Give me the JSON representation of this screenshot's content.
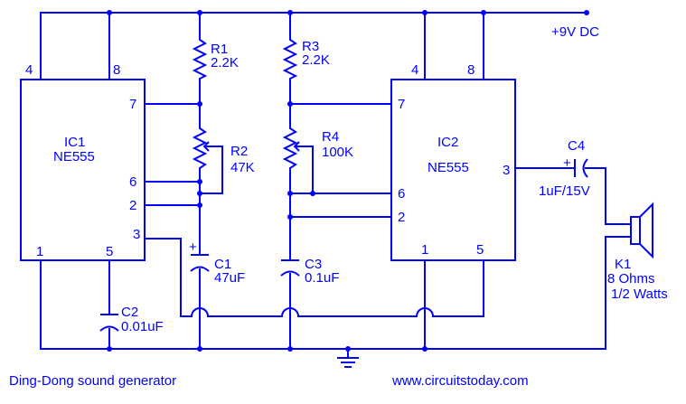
{
  "title": "Ding-Dong sound generator",
  "website": "www.circuitstoday.com",
  "supply": "+9V DC",
  "colors": {
    "ink": "#0000ff",
    "background": "#ffffff"
  },
  "ic1": {
    "name": "IC1",
    "part": "NE555",
    "pins": {
      "p4": "4",
      "p8": "8",
      "p7": "7",
      "p6": "6",
      "p2": "2",
      "p3": "3",
      "p1": "1",
      "p5": "5"
    }
  },
  "ic2": {
    "name": "IC2",
    "part": "NE555",
    "pins": {
      "p4": "4",
      "p8": "8",
      "p7": "7",
      "p6": "6",
      "p2": "2",
      "p3": "3",
      "p1": "1",
      "p5": "5"
    }
  },
  "components": {
    "r1": {
      "name": "R1",
      "value": "2.2K"
    },
    "r2": {
      "name": "R2",
      "value": "47K"
    },
    "r3": {
      "name": "R3",
      "value": "2.2K"
    },
    "r4": {
      "name": "R4",
      "value": "100K"
    },
    "c1": {
      "name": "C1",
      "value": "47uF",
      "polarity": "+"
    },
    "c2": {
      "name": "C2",
      "value": "0.01uF"
    },
    "c3": {
      "name": "C3",
      "value": "0.1uF"
    },
    "c4": {
      "name": "C4",
      "value": "1uF/15V",
      "polarity": "+"
    },
    "k1": {
      "name": "K1",
      "value": "8 Ohms",
      "rating": "1/2 Watts"
    }
  }
}
